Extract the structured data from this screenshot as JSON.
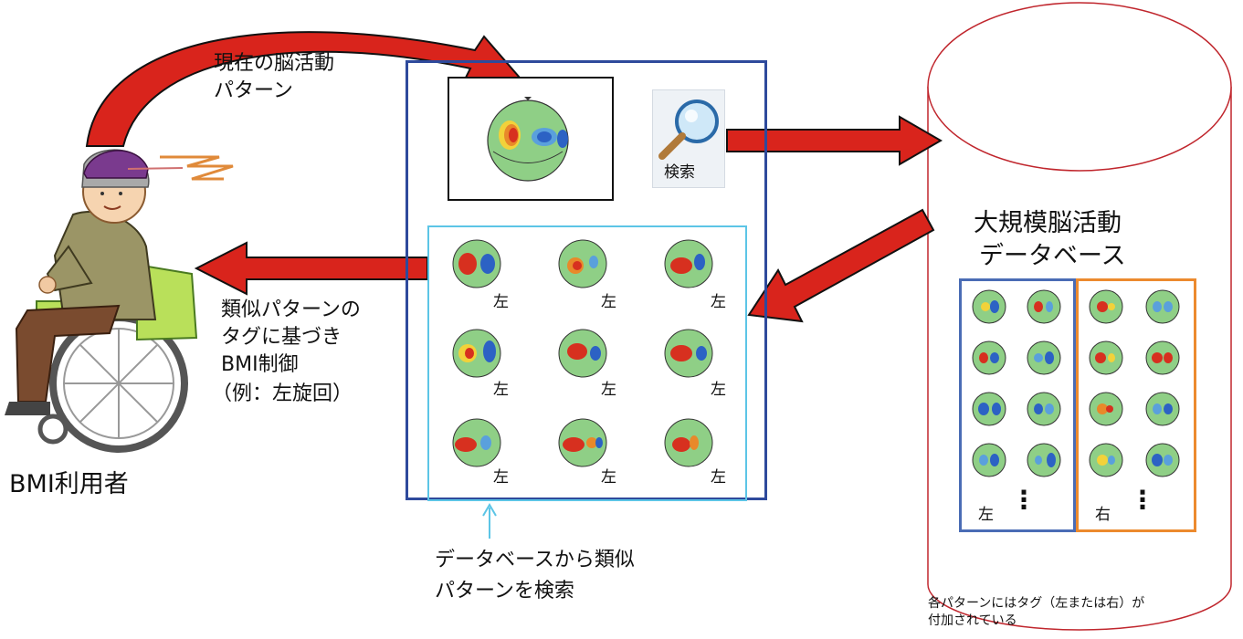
{
  "user": {
    "label": "BMI利用者"
  },
  "current_pattern": {
    "label_line1": "現在の脳活動",
    "label_line2": "パターン"
  },
  "search_button": {
    "label": "検索",
    "icon": "magnifier-icon"
  },
  "control_text": {
    "line1": "類似パターンの",
    "line2": "タグに基づき",
    "line3": "BMI制御",
    "line4": "（例：左旋回）"
  },
  "results": {
    "tags": [
      "左",
      "左",
      "左",
      "左",
      "左",
      "左",
      "左",
      "左",
      "左"
    ],
    "caption_line1": "データベースから類似",
    "caption_line2": "パターンを検索"
  },
  "database": {
    "title_line1": "大規模脳活動",
    "title_line2": "データベース",
    "left_tag": "左",
    "right_tag": "右",
    "ellipsis": "⋮",
    "note_line1": "各パターンにはタグ（左または右）が",
    "note_line2": "付加されている"
  },
  "colors": {
    "main_panel_border": "#2e4a9c",
    "results_border": "#5cc5e6",
    "db_left_border": "#4a6cb5",
    "db_right_border": "#ec8a2e",
    "cylinder_stroke": "#c0262d",
    "arrow_fill": "#d9241c",
    "arrow_stroke": "#111111",
    "head_green": "#8fcf86",
    "head_red": "#d7301f",
    "head_blue": "#2c62c4",
    "head_yellow": "#f2d23a"
  }
}
